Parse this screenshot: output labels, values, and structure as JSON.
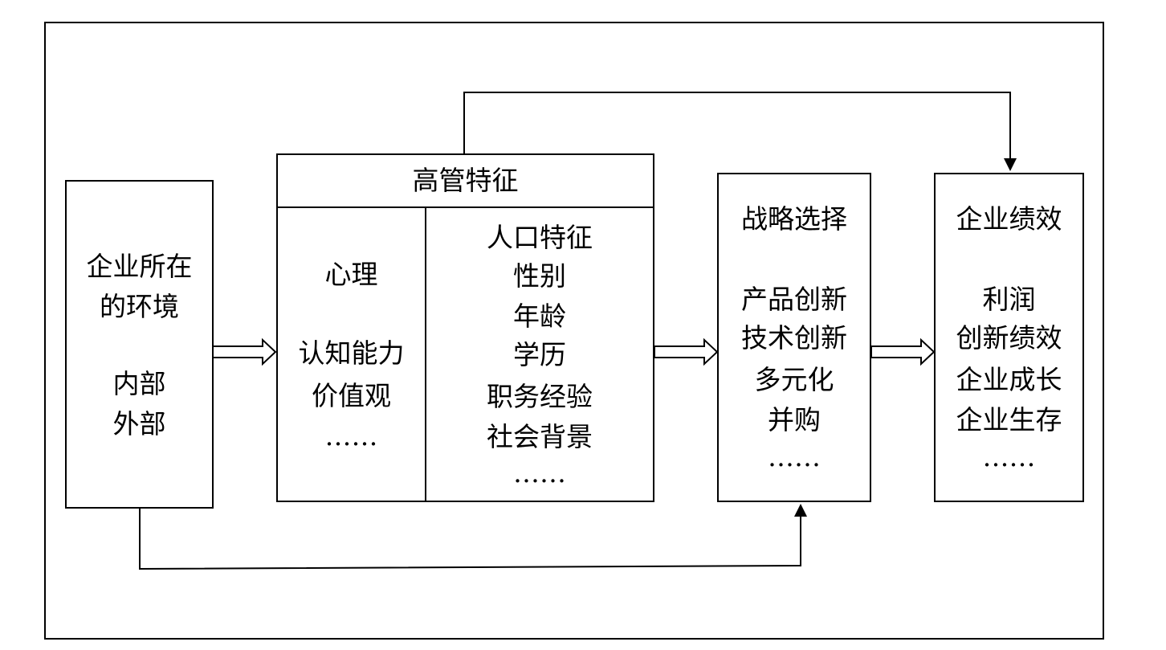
{
  "environment": {
    "title_lines": [
      "企业所在",
      "的环境"
    ],
    "items": [
      "内部",
      "外部"
    ]
  },
  "executive": {
    "title": "高管特征",
    "psychology": {
      "title": "心理",
      "items": [
        "认知能力",
        "价值观",
        "……"
      ]
    },
    "demographics": {
      "title": "人口特征",
      "items": [
        "性别",
        "年龄",
        "学历",
        "职务经验",
        "社会背景",
        "……"
      ]
    }
  },
  "strategy": {
    "title": "战略选择",
    "items": [
      "产品创新",
      "技术创新",
      "多元化",
      "并购",
      "……"
    ]
  },
  "performance": {
    "title": "企业绩效",
    "items": [
      "利润",
      "创新绩效",
      "企业成长",
      "企业生存",
      "……"
    ]
  }
}
